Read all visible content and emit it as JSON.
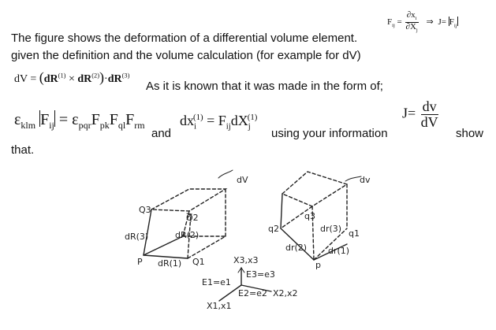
{
  "header_formula": {
    "F": "F",
    "F_sub": "ij",
    "num": "∂x",
    "num_sub": "i",
    "den": "∂X",
    "den_sub": "j",
    "implies": "⇒",
    "J_eq": "J=",
    "abs_F": "F",
    "abs_F_sub": "ij"
  },
  "text": {
    "line1": "The figure shows the deformation of a differential volume element.",
    "line2": "given the definition and the volume calculation (for example for dV)",
    "line3": "As it is known that it was made in the form of;",
    "and_word": "and",
    "using_info": "using your information",
    "show_word": "show",
    "that_word": "that."
  },
  "dv_formula": {
    "lhs": "dV",
    "eq": "=",
    "open": "(",
    "dR": "dR",
    "sup1": "(1)",
    "times": "×",
    "sup2": "(2)",
    "close": ")",
    "dot": "·",
    "sup3": "(3)"
  },
  "eps_formula": {
    "eps": "ε",
    "klm": "klm",
    "F": "F",
    "ij": "ij",
    "eq": "=",
    "pqr": "pqr",
    "Fpk": "F",
    "pk": "pk",
    "Fql": "F",
    "ql": "ql",
    "Frm": "F",
    "rm": "rm"
  },
  "dx_formula": {
    "dx": "dx",
    "sub_i": "i",
    "sup": "(1)",
    "eq": "=",
    "F": "F",
    "ij": "ij",
    "dX": "dX",
    "sub_j": "j",
    "sup2": "(1)"
  },
  "J_formula": {
    "J": "J",
    "eq": "=",
    "num": "dv",
    "den": "dV"
  },
  "figure": {
    "left_dV": "dV",
    "left_Q3": "Q3",
    "left_dR3": "dR(3)",
    "left_dR2": "dR(2)",
    "left_P": "P",
    "left_dR1": "dR(1)",
    "left_Q1": "Q1",
    "left_Q2": "Q2",
    "right_dv": "dv",
    "right_q3": "q3",
    "right_dr3": "dr(3)",
    "right_q2": "q2",
    "right_dr2": "dr(2)",
    "right_q1": "q1",
    "right_dr1": "dr(1)",
    "right_p": "p",
    "axis_X3": "X3,x3",
    "axis_E3": "E3=e3",
    "axis_E1": "E1=e1",
    "axis_E2": "E2=e2",
    "axis_X2": "X2,x2",
    "axis_X1": "X1,x1"
  }
}
